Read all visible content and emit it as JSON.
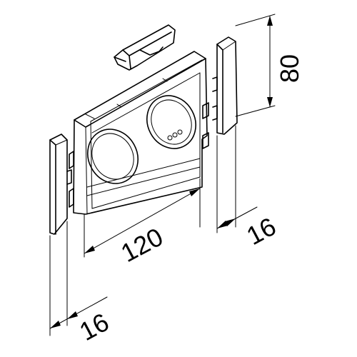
{
  "dimensions": {
    "width_total": "120",
    "height": "80",
    "left_cap_width": "16",
    "right_cap_width": "16"
  }
}
